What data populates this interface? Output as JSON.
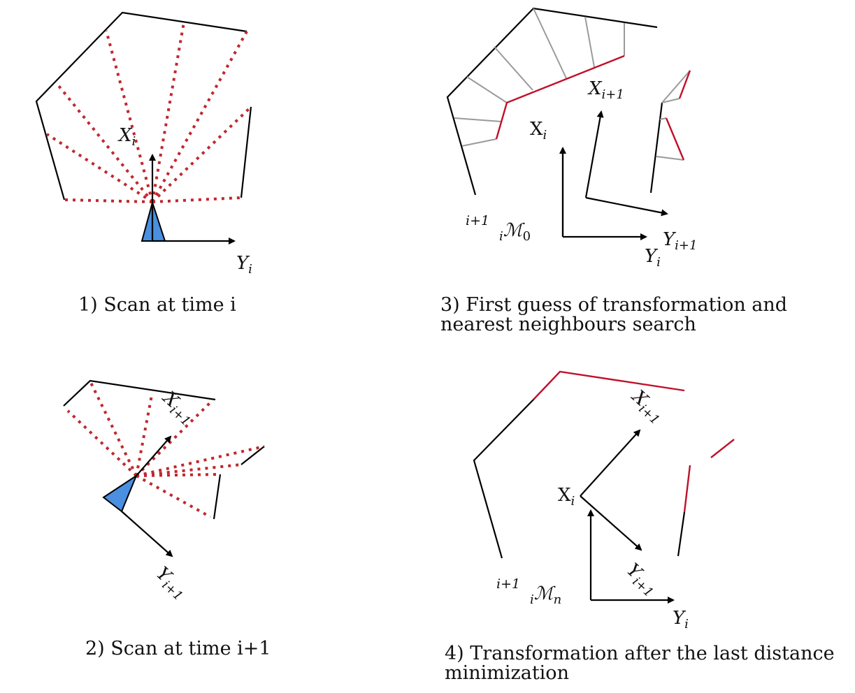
{
  "colors": {
    "wall": "#000000",
    "scan_ray": "#c0272d",
    "nearest_neighbour_link": "#9a9a9a",
    "matched_segment": "#c0102a",
    "sensor": "#4a8fe0"
  },
  "panels": [
    {
      "id": 1,
      "caption": "1) Scan at time i",
      "labels": {
        "x_axis": "X",
        "x_sub": "i",
        "y_axis": "Y",
        "y_sub": "i"
      }
    },
    {
      "id": 2,
      "caption": "2) Scan at time i+1",
      "labels": {
        "x_axis": "X",
        "x_sub": "i+1",
        "y_axis": "Y",
        "y_sub": "i+1"
      }
    },
    {
      "id": 3,
      "caption_line1": "3) First guess of transformation and",
      "caption_line2": "nearest neighbours search",
      "labels": {
        "xi": "X",
        "xi_sub": "i",
        "xi1": "X",
        "xi1_sub": "i+1",
        "yi": "Y",
        "yi_sub": "i",
        "yi1": "Y",
        "yi1_sub": "i+1",
        "transform_sup": "i+1",
        "transform_sub": "i",
        "transform_symbol": "ℳ",
        "transform_index": "0"
      }
    },
    {
      "id": 4,
      "caption_line1": "4) Transformation after the last distance",
      "caption_line2": "minimization",
      "labels": {
        "xi": "X",
        "xi_sub": "i",
        "xi1": "X",
        "xi1_sub": "i+1",
        "yi": "Y",
        "yi_sub": "i",
        "yi1": "Y",
        "yi1_sub": "i+1",
        "transform_sup": "i+1",
        "transform_sub": "i",
        "transform_symbol": "ℳ",
        "transform_index": "n"
      }
    }
  ]
}
